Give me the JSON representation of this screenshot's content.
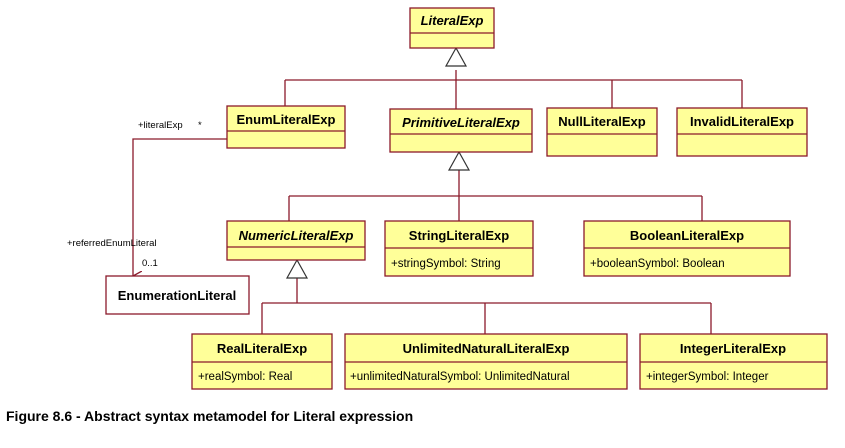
{
  "diagram": {
    "classes": {
      "literal_exp": {
        "name": "LiteralExp",
        "abstract": true,
        "attributes": []
      },
      "enum_literal_exp": {
        "name": "EnumLiteralExp",
        "abstract": false,
        "attributes": []
      },
      "primitive_literal_exp": {
        "name": "PrimitiveLiteralExp",
        "abstract": true,
        "attributes": []
      },
      "null_literal_exp": {
        "name": "NullLiteralExp",
        "abstract": false,
        "attributes": []
      },
      "invalid_literal_exp": {
        "name": "InvalidLiteralExp",
        "abstract": false,
        "attributes": []
      },
      "numeric_literal_exp": {
        "name": "NumericLiteralExp",
        "abstract": true,
        "attributes": []
      },
      "string_literal_exp": {
        "name": "StringLiteralExp",
        "abstract": false,
        "attributes": [
          "+stringSymbol: String"
        ]
      },
      "boolean_literal_exp": {
        "name": "BooleanLiteralExp",
        "abstract": false,
        "attributes": [
          "+booleanSymbol: Boolean"
        ]
      },
      "enumeration_literal": {
        "name": "EnumerationLiteral",
        "abstract": false,
        "attributes": []
      },
      "real_literal_exp": {
        "name": "RealLiteralExp",
        "abstract": false,
        "attributes": [
          "+realSymbol: Real"
        ]
      },
      "unlimited_natural_literal_exp": {
        "name": "UnlimitedNaturalLiteralExp",
        "abstract": false,
        "attributes": [
          "+unlimitedNaturalSymbol: UnlimitedNatural"
        ]
      },
      "integer_literal_exp": {
        "name": "IntegerLiteralExp",
        "abstract": false,
        "attributes": [
          "+integerSymbol: Integer"
        ]
      }
    },
    "association": {
      "source_role": "+literalExp",
      "source_multiplicity": "*",
      "target_role": "+referredEnumLiteral",
      "target_multiplicity": "0..1"
    },
    "generalizations": [
      {
        "parent": "LiteralExp",
        "children": [
          "EnumLiteralExp",
          "PrimitiveLiteralExp",
          "NullLiteralExp",
          "InvalidLiteralExp"
        ]
      },
      {
        "parent": "PrimitiveLiteralExp",
        "children": [
          "NumericLiteralExp",
          "StringLiteralExp",
          "BooleanLiteralExp"
        ]
      },
      {
        "parent": "NumericLiteralExp",
        "children": [
          "RealLiteralExp",
          "UnlimitedNaturalLiteralExp",
          "IntegerLiteralExp"
        ]
      }
    ]
  },
  "caption": "Figure 8.6 - Abstract syntax metamodel for Literal expression"
}
